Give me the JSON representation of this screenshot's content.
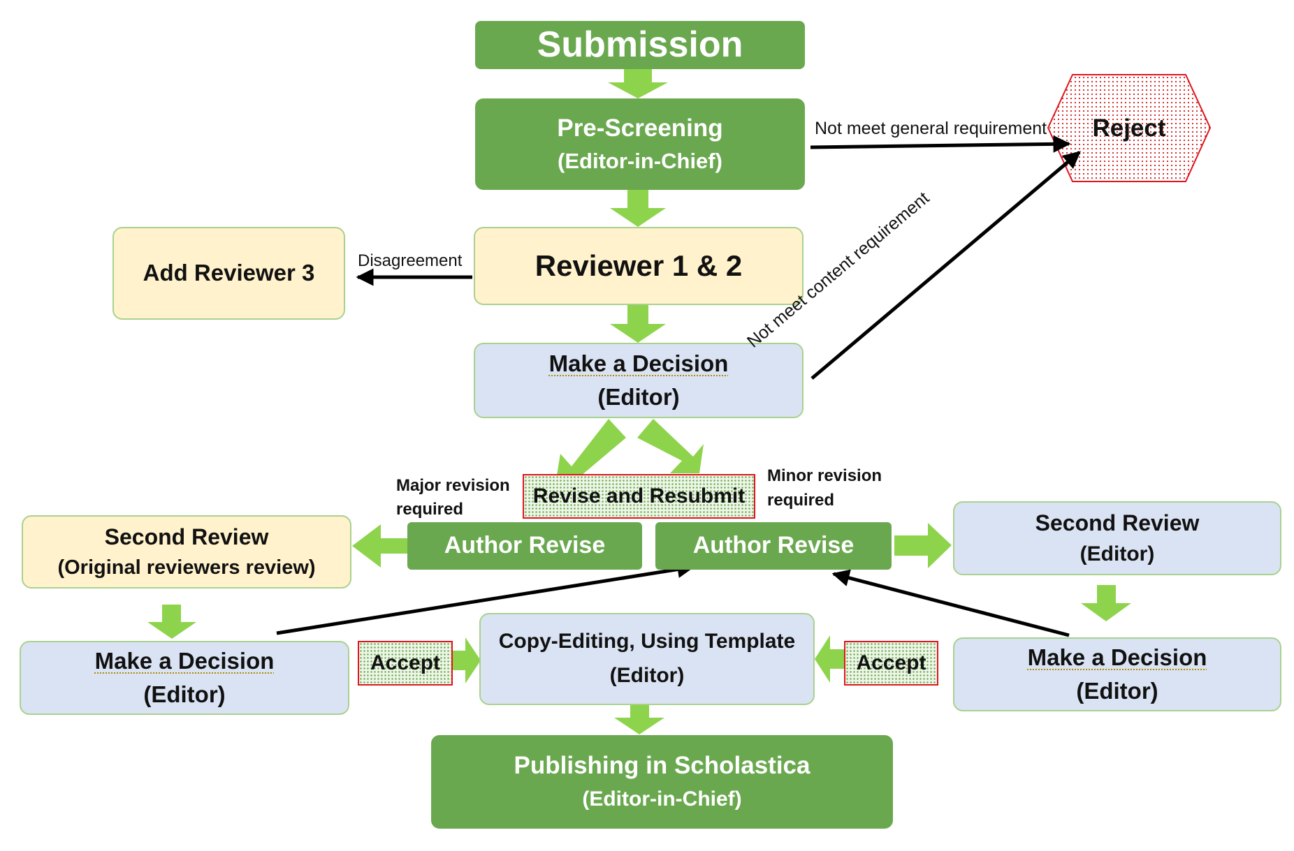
{
  "nodes": {
    "submission": {
      "title": "Submission"
    },
    "pre_screening": {
      "title": "Pre-Screening",
      "role": "(Editor-in-Chief)"
    },
    "reject": {
      "title": "Reject"
    },
    "reviewer_1_2": {
      "title": "Reviewer 1 & 2"
    },
    "add_reviewer_3": {
      "title": "Add Reviewer 3"
    },
    "decision_main": {
      "title": "Make a Decision",
      "role": "(Editor)"
    },
    "revise_resubmit": {
      "title": "Revise and Resubmit"
    },
    "author_revise_major": {
      "title": "Author Revise"
    },
    "author_revise_minor": {
      "title": "Author Revise"
    },
    "second_review_left": {
      "title": "Second Review",
      "role": "(Original reviewers review)"
    },
    "second_review_right": {
      "title": "Second Review",
      "role": "(Editor)"
    },
    "decision_left": {
      "title": "Make a Decision",
      "role": "(Editor)"
    },
    "decision_right": {
      "title": "Make a Decision",
      "role": "(Editor)"
    },
    "accept_left": {
      "title": "Accept"
    },
    "accept_right": {
      "title": "Accept"
    },
    "copy_editing": {
      "title": "Copy-Editing, Using Template",
      "role": "(Editor)"
    },
    "publishing": {
      "title": "Publishing in Scholastica",
      "role": "(Editor-in-Chief)"
    }
  },
  "edge_labels": {
    "general": "Not meet general requirement",
    "content": "Not meet content requirement",
    "disagreement": "Disagreement",
    "major_line1": "Major revision",
    "major_line2": "required",
    "minor_line1": "Minor revision",
    "minor_line2": "required"
  },
  "colors": {
    "dark_green": "#6aa84f",
    "arrow_green": "#8ed34c",
    "cream": "#fff2cc",
    "light_blue": "#dae3f3",
    "reject_red": "#e0141e"
  }
}
